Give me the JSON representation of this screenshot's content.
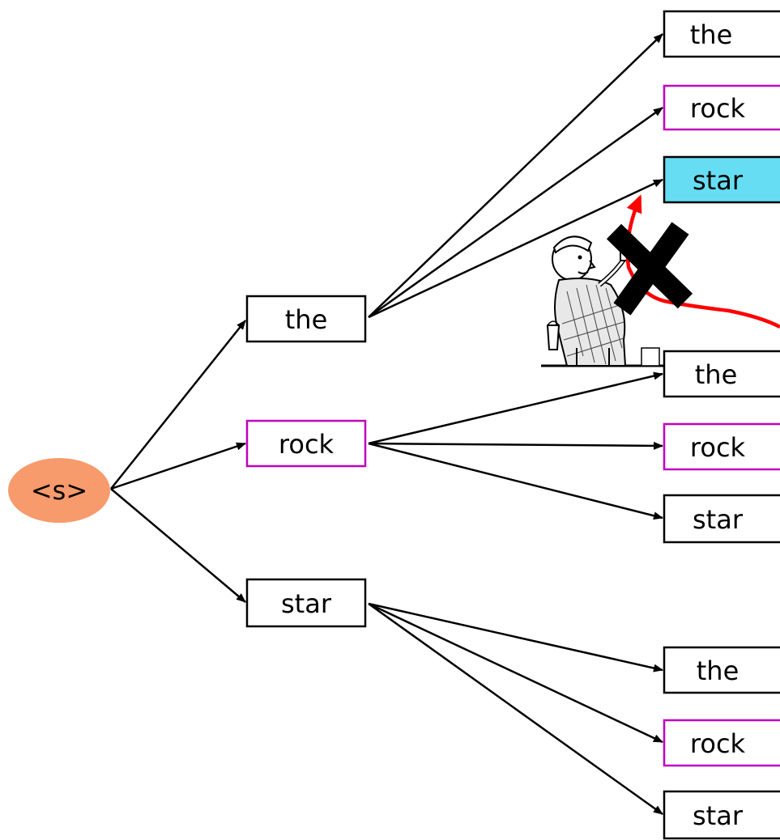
{
  "diagram": {
    "start": {
      "label": "<s>",
      "color": "#f79a6c"
    },
    "level1": [
      {
        "label": "the",
        "style": "plain"
      },
      {
        "label": "rock",
        "style": "purple"
      },
      {
        "label": "star",
        "style": "plain"
      }
    ],
    "level2": [
      {
        "label": "the",
        "style": "plain"
      },
      {
        "label": "rock",
        "style": "purple"
      },
      {
        "label": "star",
        "style": "highlight"
      },
      {
        "label": "the",
        "style": "plain"
      },
      {
        "label": "rock",
        "style": "purple"
      },
      {
        "label": "star",
        "style": "plain"
      },
      {
        "label": "the",
        "style": "plain"
      },
      {
        "label": "rock",
        "style": "purple"
      },
      {
        "label": "star",
        "style": "plain"
      }
    ],
    "colors": {
      "node_border": "#000000",
      "purple_border": "#c000c0",
      "highlight_fill": "#66ddf3",
      "start_fill": "#f79a6c",
      "red_arrow": "#ff0000",
      "cross": "#000000"
    },
    "illustration": "painter-crossing-out-icon"
  }
}
